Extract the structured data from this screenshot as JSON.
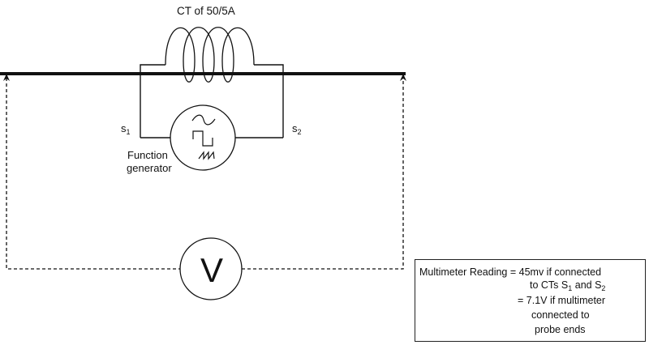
{
  "ct": {
    "label": "CT of 50/5A"
  },
  "terminals": {
    "s1": {
      "base": "s",
      "sub": "1"
    },
    "s2": {
      "base": "s",
      "sub": "2"
    }
  },
  "function_generator": {
    "label_line1": "Function",
    "label_line2": "generator"
  },
  "voltmeter": {
    "symbol": "V"
  },
  "note": {
    "line1": "Multimeter Reading = 45mv  if connected",
    "line2_prefix": "to CTs S",
    "line2_sub1": "1",
    "line2_mid": " and S",
    "line2_sub2": "2",
    "line3": "=  7.1V if multimeter",
    "line4": "connected to",
    "line5": "probe ends"
  },
  "colors": {
    "stroke": "#111111",
    "background": "#ffffff"
  }
}
